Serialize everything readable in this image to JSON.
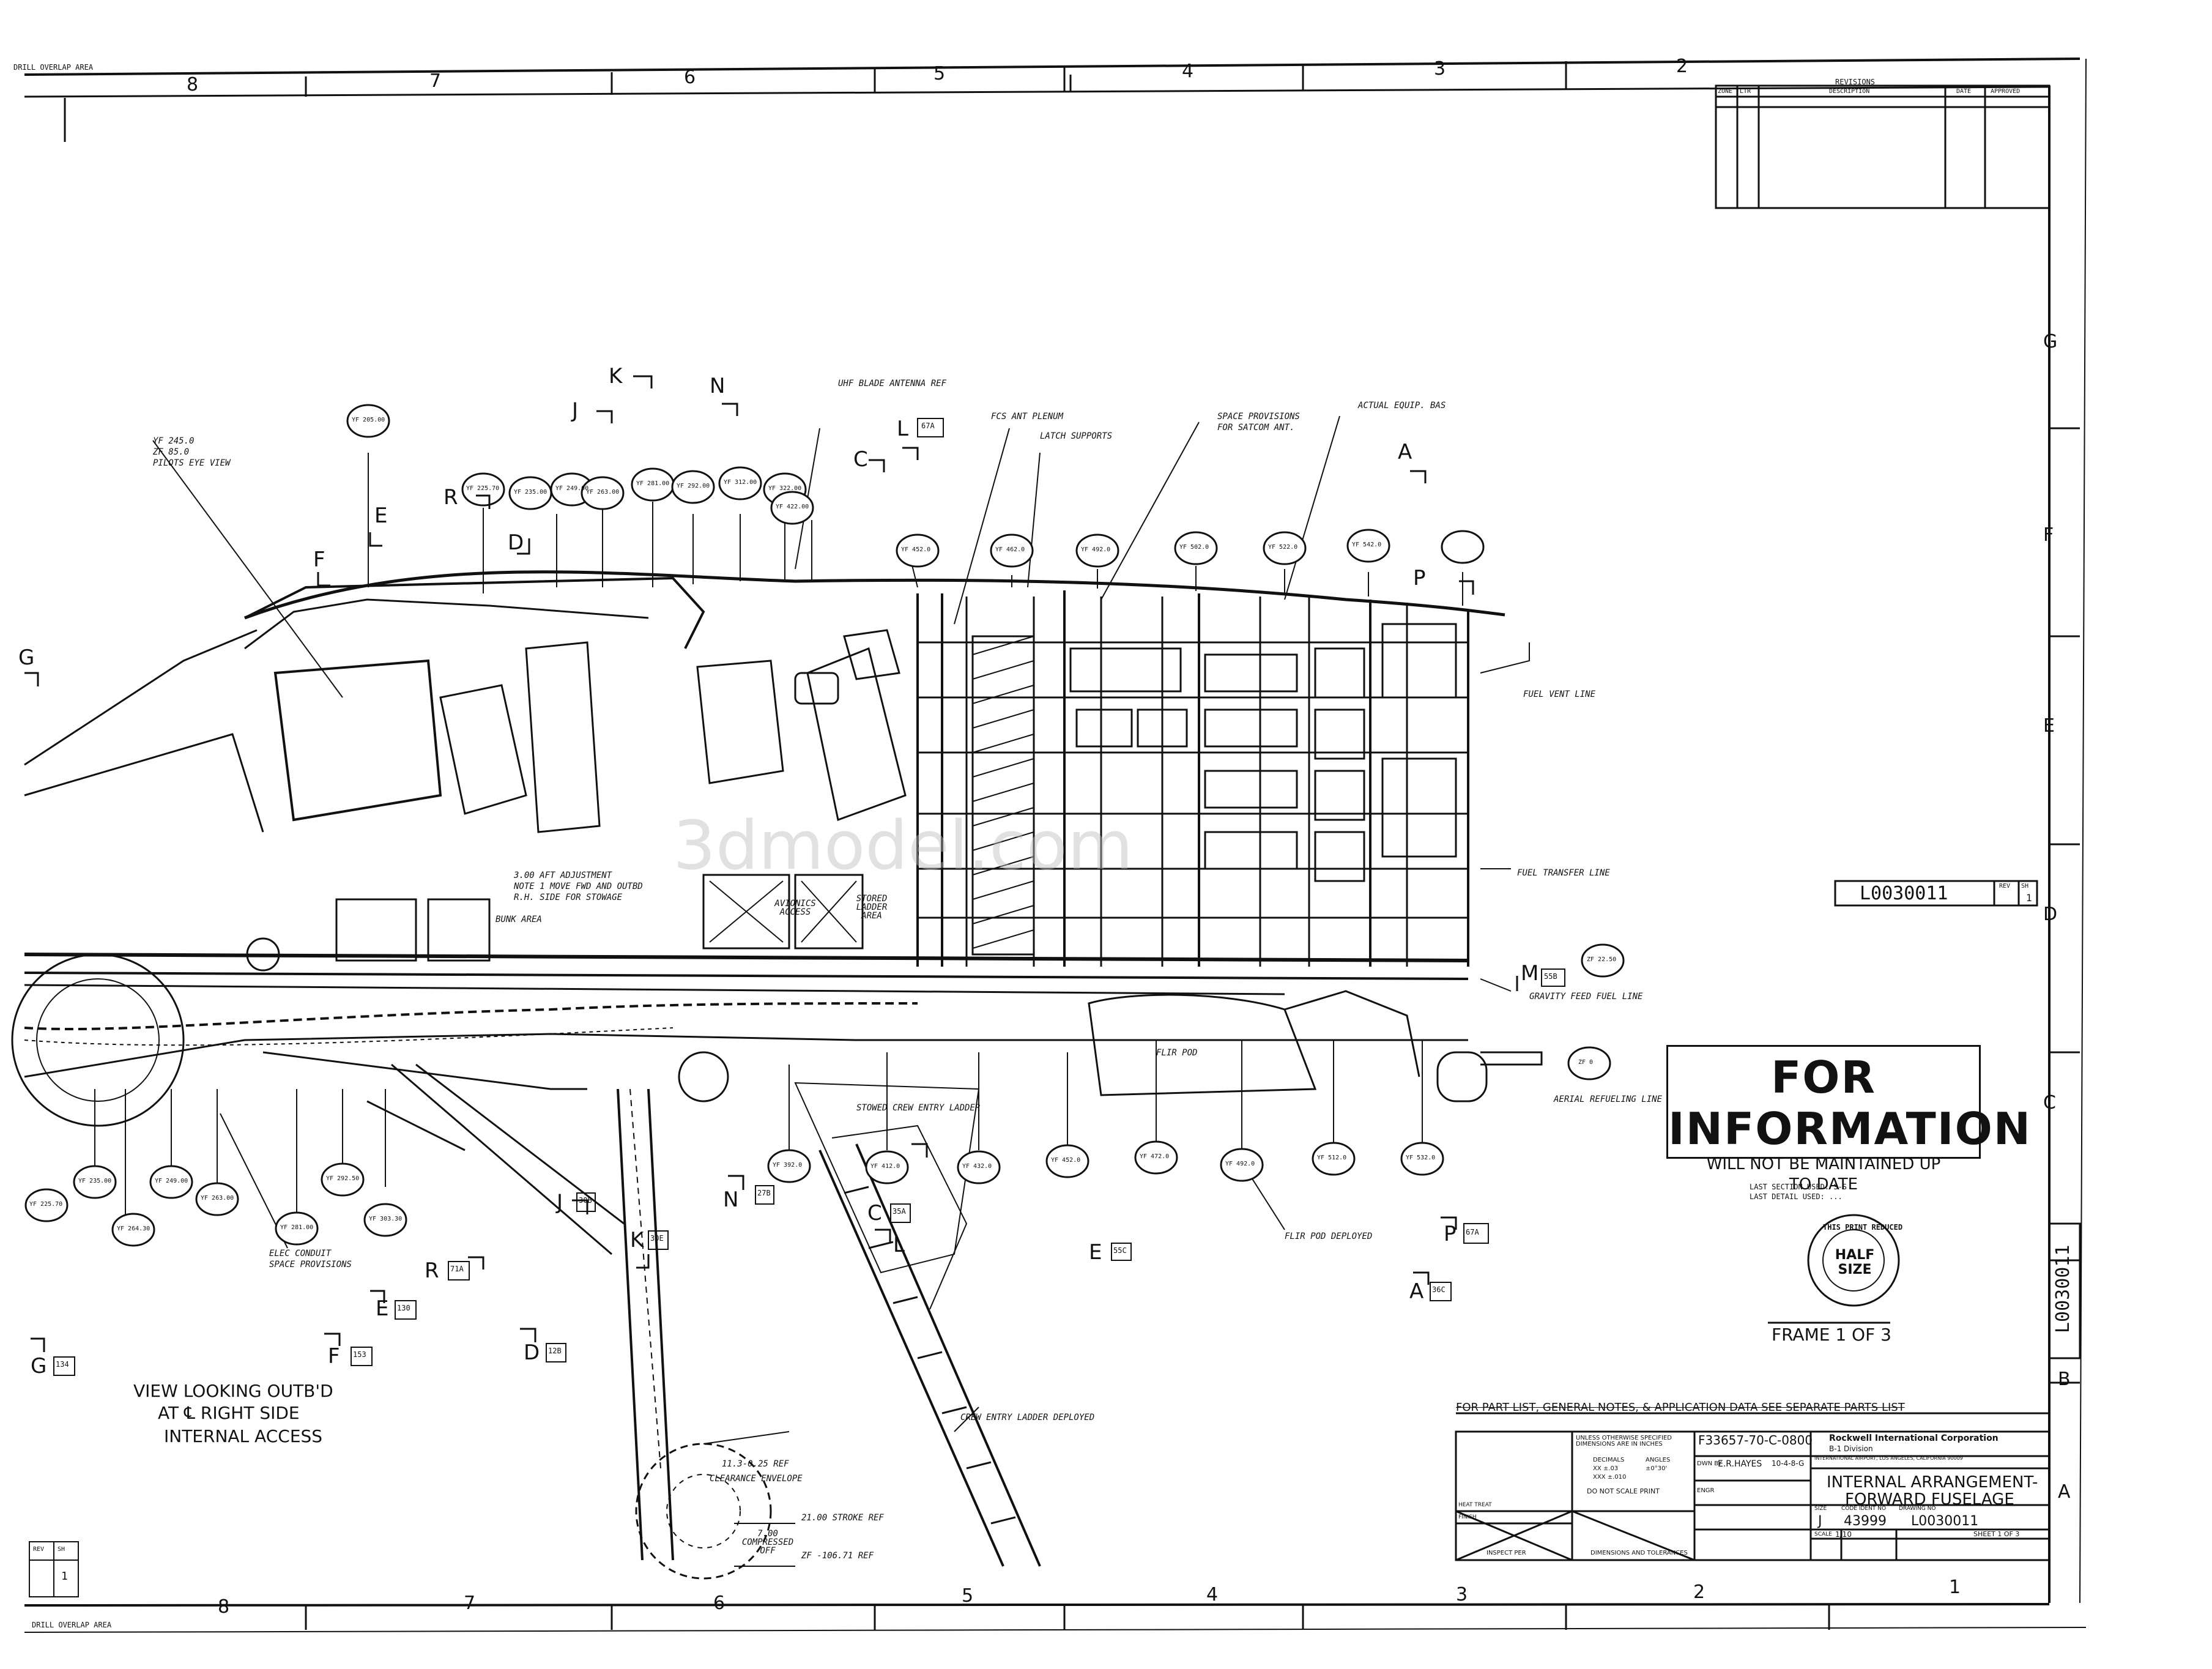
{
  "sheet": {
    "overlap_top": "DRILL OVERLAP AREA",
    "overlap_bottom": "DRILL OVERLAP AREA",
    "zones_top": [
      "8",
      "7",
      "6",
      "5",
      "4",
      "3",
      "2"
    ],
    "zones_bottom": [
      "8",
      "7",
      "6",
      "5",
      "4",
      "3",
      "2",
      "1"
    ],
    "zones_right": [
      "G",
      "F",
      "E",
      "D",
      "C",
      "B",
      "A"
    ]
  },
  "revisions": {
    "title": "REVISIONS",
    "headers": [
      "ZONE",
      "LTR",
      "DESCRIPTION",
      "DATE",
      "APPROVED"
    ]
  },
  "drawing": {
    "doc_number_box": "L0030011",
    "doc_number_side": "L0030011",
    "rev_box_label": "REV",
    "sh_box_label": "SH",
    "sh_value": "1",
    "view_caption": [
      "VIEW LOOKING OUTB'D",
      "AT ℄ RIGHT SIDE",
      "INTERNAL ACCESS"
    ],
    "frame_label": "FRAME 1 OF 3",
    "watermark": "3dmodel.com",
    "stamp": {
      "title": "FOR INFORMATION",
      "line1": "WILL NOT BE MAINTAINED UP",
      "line2": "TO DATE"
    },
    "half_size": {
      "ring_text": "THIS PRINT REDUCED",
      "center": "HALF SIZE"
    },
    "last_used_note": [
      "LAST SECTION USED: S-S",
      "LAST DETAIL USED: ..."
    ],
    "notes_top": [
      "UHF BLADE ANTENNA REF",
      "FCS ANT PLENUM",
      "LATCH SUPPORTS",
      "SPACE PROVISIONS",
      "FOR SATCOM ANT.",
      "ACTUAL EQUIP. BAS",
      "YF 245.0",
      "ZF 85.0",
      "PILOTS EYE VIEW"
    ],
    "notes_mid": [
      "FUEL VENT LINE",
      "FUEL TRANSFER LINE",
      "GRAVITY FEED FUEL LINE",
      "AERIAL REFUELING LINE",
      "3.00 AFT ADJUSTMENT",
      "NOTE 1 MOVE FWD AND OUTBD",
      "R.H. SIDE FOR STOWAGE",
      "BUNK AREA",
      "AVIONICS ACCESS",
      "STORED LADDER AREA",
      "FLIR POD",
      "FLIR POD DEPLOYED",
      "STOWED CREW ENTRY LADDER",
      "ELEC CONDUIT",
      "SPACE PROVISIONS"
    ],
    "notes_gear": [
      "CREW ENTRY LADDER DEPLOYED",
      "11.3-0.25 REF",
      "CLEARANCE ENVELOPE",
      "21.00 STROKE REF",
      "7.00 COMPRESSED OFF",
      "ZF -106.71 REF"
    ],
    "station_bubbles_top": [
      "YF 205.00",
      "YF 225.70",
      "YF 235.00",
      "YF 249.00",
      "YF 263.00",
      "YF 281.00",
      "YF 292.00",
      "YF 312.00",
      "YF 322.00",
      "YF 422.00",
      "YF 452.0",
      "YF 462.0",
      "YF 492.0",
      "YF 502.0",
      "YF 522.0",
      "YF 542.0"
    ],
    "station_bubbles_bottom": [
      "YF 225.70",
      "YF 235.00",
      "YF 264.30",
      "YF 249.00",
      "YF 263.00",
      "YF 281.00",
      "YF 292.50",
      "YF 303.30",
      "YF 392.0",
      "YF 412.0",
      "YF 432.0",
      "YF 452.0",
      "YF 472.0",
      "YF 492.0",
      "YF 512.0",
      "YF 532.0"
    ],
    "zf_bubbles": [
      "ZF 22.50",
      "ZF 0"
    ],
    "section_markers": [
      {
        "label": "K"
      },
      {
        "label": "N"
      },
      {
        "label": "J"
      },
      {
        "label": "L",
        "ref": "67A"
      },
      {
        "label": "C"
      },
      {
        "label": "A"
      },
      {
        "label": "R"
      },
      {
        "label": "E"
      },
      {
        "label": "D"
      },
      {
        "label": "F"
      },
      {
        "label": "G"
      },
      {
        "label": "P"
      },
      {
        "label": "M",
        "ref": "55B"
      }
    ],
    "section_markers_bottom": [
      {
        "label": "J",
        "ref": "30B"
      },
      {
        "label": "N",
        "ref": "27B"
      },
      {
        "label": "C",
        "ref": "35A"
      },
      {
        "label": "L"
      },
      {
        "label": "K",
        "ref": "30E"
      },
      {
        "label": "R",
        "ref": "71A"
      },
      {
        "label": "E",
        "ref": "130"
      },
      {
        "label": "F",
        "ref": "153"
      },
      {
        "label": "D",
        "ref": "12B"
      },
      {
        "label": "G",
        "ref": "134"
      },
      {
        "label": "E",
        "ref": "55C"
      },
      {
        "label": "P",
        "ref": "67A"
      },
      {
        "label": "A",
        "ref": "36C"
      }
    ]
  },
  "title_block": {
    "parts_list_note": "FOR PART LIST, GENERAL NOTES, & APPLICATION DATA SEE SEPARATE PARTS LIST",
    "contract": "F33657-70-C-0800",
    "company": "Rockwell International Corporation",
    "division": "B-1 Division",
    "address": "INTERNATIONAL AIRPORT, LOS ANGELES, CALIFORNIA 90009",
    "drawn_label": "DWN BY",
    "drawn_by": "E.R.HAYES",
    "drawn_date": "10-4-8-G",
    "engr_label": "ENGR",
    "title_line1": "INTERNAL ARRANGEMENT-",
    "title_line2": "FORWARD FUSELAGE",
    "size_label": "SIZE",
    "size": "J",
    "code_label": "CODE IDENT NO",
    "code": "43999",
    "dwg_label": "DRAWING NO",
    "dwg_no": "L0030011",
    "scale_label": "SCALE",
    "scale": "1/10",
    "sheet_label": "SHEET 1 OF 3",
    "tolerance_note": "UNLESS OTHERWISE SPECIFIED DIMENSIONS ARE IN INCHES",
    "do_not_scale": "DO NOT SCALE PRINT",
    "inspect_note": "INSPECT PER",
    "dims_note": "DIMENSIONS AND TOLERANCES",
    "tolerances": [
      "DECIMALS",
      "ANGLES",
      "XX ±.03",
      "±0°30'",
      "XXX ±.010"
    ],
    "finish": "FINISH",
    "heat_treat": "HEAT TREAT"
  }
}
